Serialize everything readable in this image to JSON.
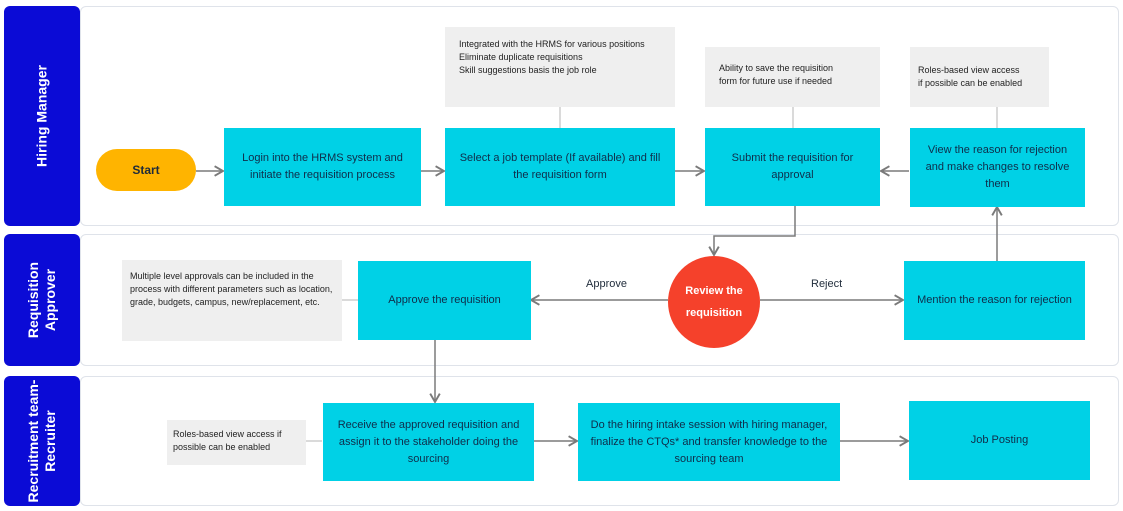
{
  "lanes": {
    "hiring_manager": "Hiring Manager",
    "requisition_approver": "Requisition\nApprover",
    "recruitment_team": "Recruitment team-\nRecruiter"
  },
  "nodes": {
    "start": "Start",
    "login": "Login into the HRMS system and initiate the requisition process",
    "select_template": "Select a job template (If available) and fill the requisition form",
    "submit": "Submit the requisition for approval",
    "view_reason": "View the reason for rejection and make changes to resolve them",
    "review": "Review the\nrequisition",
    "approve_req": "Approve the requisition",
    "mention_reason": "Mention the reason for rejection",
    "receive": "Receive the approved requisition and assign it to the stakeholder doing the sourcing",
    "intake": "Do the hiring intake session with hiring manager, finalize the CTQs* and transfer knowledge to the sourcing team",
    "job_posting": "Job Posting"
  },
  "notes": {
    "template_note": "Integrated with the HRMS for various positions\nEliminate duplicate requisitions\nSkill suggestions basis the job role",
    "save_note": "Ability to save the requisition\nform for future use if needed",
    "roles_note_top": "Roles-based view access\nif possible can be enabled",
    "approvals_note": "Multiple level approvals can be included in the process with different parameters such as location, grade, budgets, campus, new/replacement, etc.",
    "roles_note_bottom": "Roles-based view access if possible can be enabled"
  },
  "edge_labels": {
    "approve": "Approve",
    "reject": "Reject"
  },
  "colors": {
    "lane_label": "#0b0bd6",
    "process_box": "#00d1e6",
    "start": "#ffb400",
    "decision": "#f5412b",
    "note": "#efefef",
    "connector": "#7a7a7a"
  }
}
